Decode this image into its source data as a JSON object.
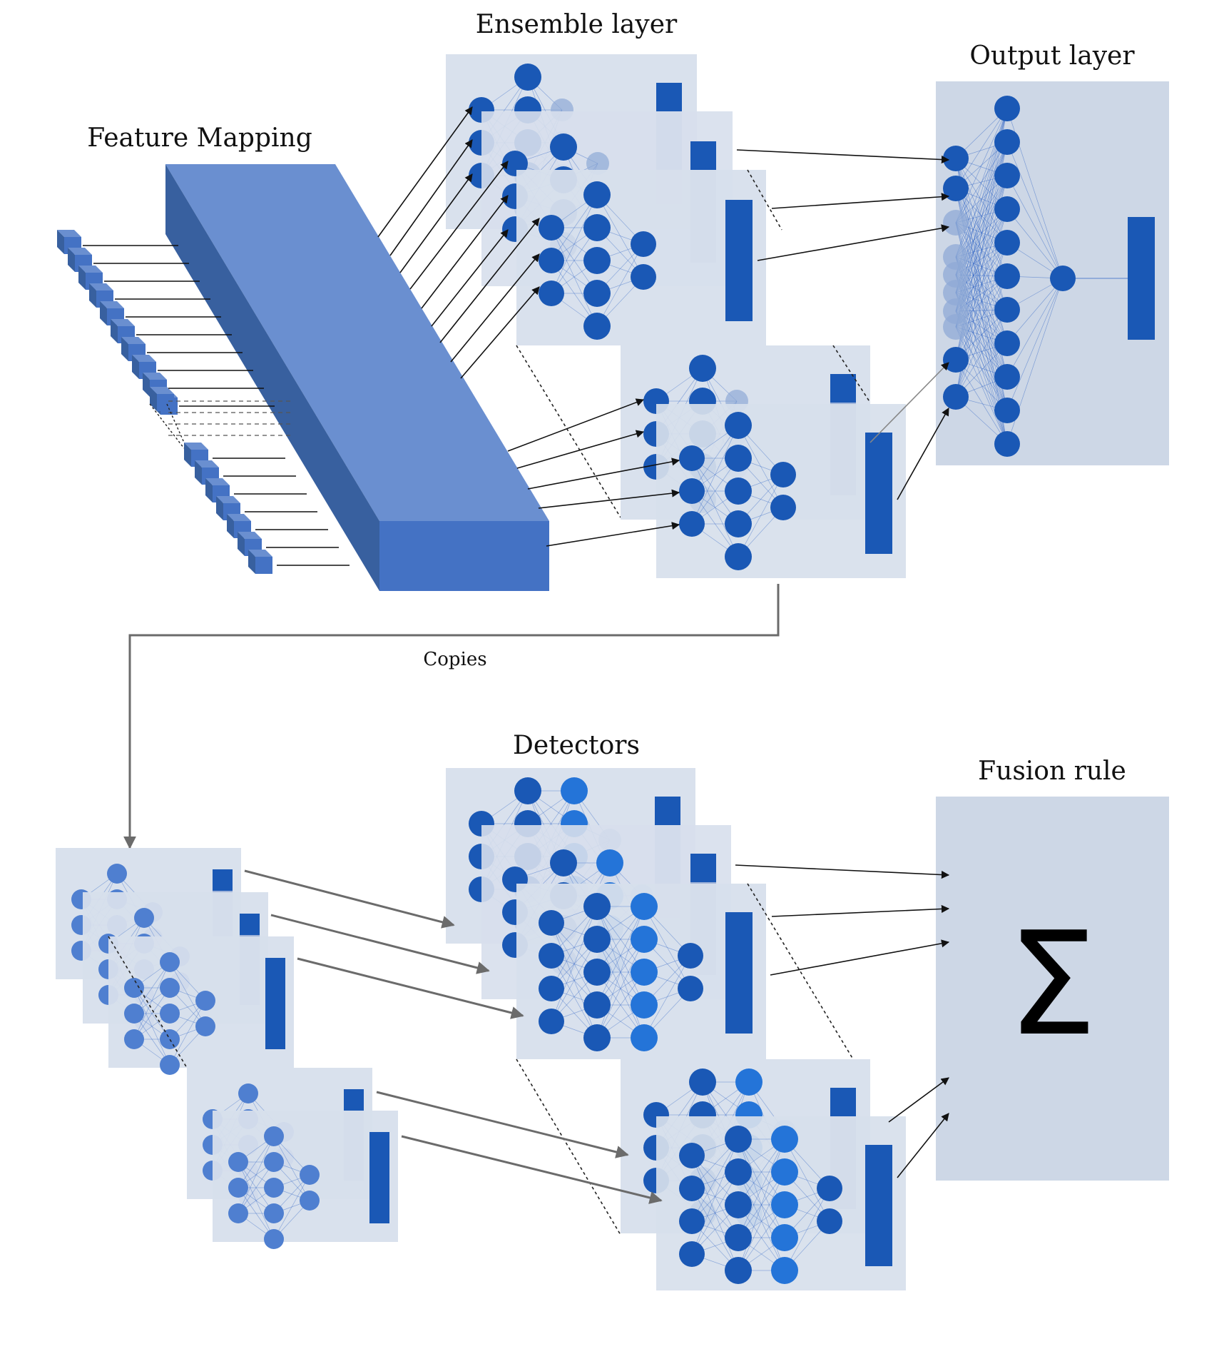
{
  "labels": {
    "feature_mapping": "Feature Mapping",
    "ensemble_layer": "Ensemble layer",
    "output_layer": "Output layer",
    "copies": "Copies",
    "detectors": "Detectors",
    "fusion_rule": "Fusion rule",
    "sum_symbol": "Σ"
  },
  "colors": {
    "panel": "#d7dfec",
    "panel_output": "#cdd7e6",
    "node_dark": "#1a58b5",
    "node_bright": "#2474d8",
    "node_faded": "#8fa9d6",
    "feature_block_front": "#4472c4",
    "feature_block_top": "#6a8fd0",
    "feature_block_side": "#38609f",
    "arrow": "#111111",
    "copy_arrow": "#6b6b6b"
  },
  "icons": {
    "sum": "sigma-icon"
  }
}
